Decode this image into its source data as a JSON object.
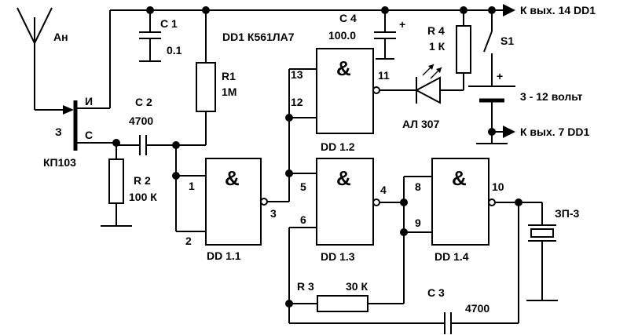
{
  "antenna": "Ан",
  "fet": {
    "name": "КП103",
    "drain": "И",
    "gate": "З",
    "source": "С"
  },
  "c1": {
    "ref": "С 1",
    "value": "0.1"
  },
  "c2": {
    "ref": "С 2",
    "value": "4700"
  },
  "c3": {
    "ref": "С 3",
    "value": "4700"
  },
  "c4": {
    "ref": "С 4",
    "value": "100.0"
  },
  "r1": {
    "ref": "R1",
    "value": "1М"
  },
  "r2": {
    "ref": "R 2",
    "value": "100 К"
  },
  "r3": {
    "ref": "R 3",
    "value": "30 К"
  },
  "r4": {
    "ref": "R 4",
    "value": "1 К"
  },
  "chip": "DD1 К561ЛА7",
  "gate_symbol": "&",
  "gates": {
    "dd11": "DD 1.1",
    "dd12": "DD 1.2",
    "dd13": "DD 1.3",
    "dd14": "DD 1.4"
  },
  "pins": {
    "p1": "1",
    "p2": "2",
    "p3": "3",
    "p4": "4",
    "p5": "5",
    "p6": "6",
    "p8": "8",
    "p9": "9",
    "p10": "10",
    "p11": "11",
    "p12": "12",
    "p13": "13"
  },
  "led": "АЛ 307",
  "switch": "S1",
  "battery": {
    "label": "3 - 12 вольт",
    "plus": "+"
  },
  "c4_plus": "+",
  "buzzer": "ЗП-3",
  "out14": "К вых. 14 DD1",
  "out7": "К вых. 7 DD1"
}
